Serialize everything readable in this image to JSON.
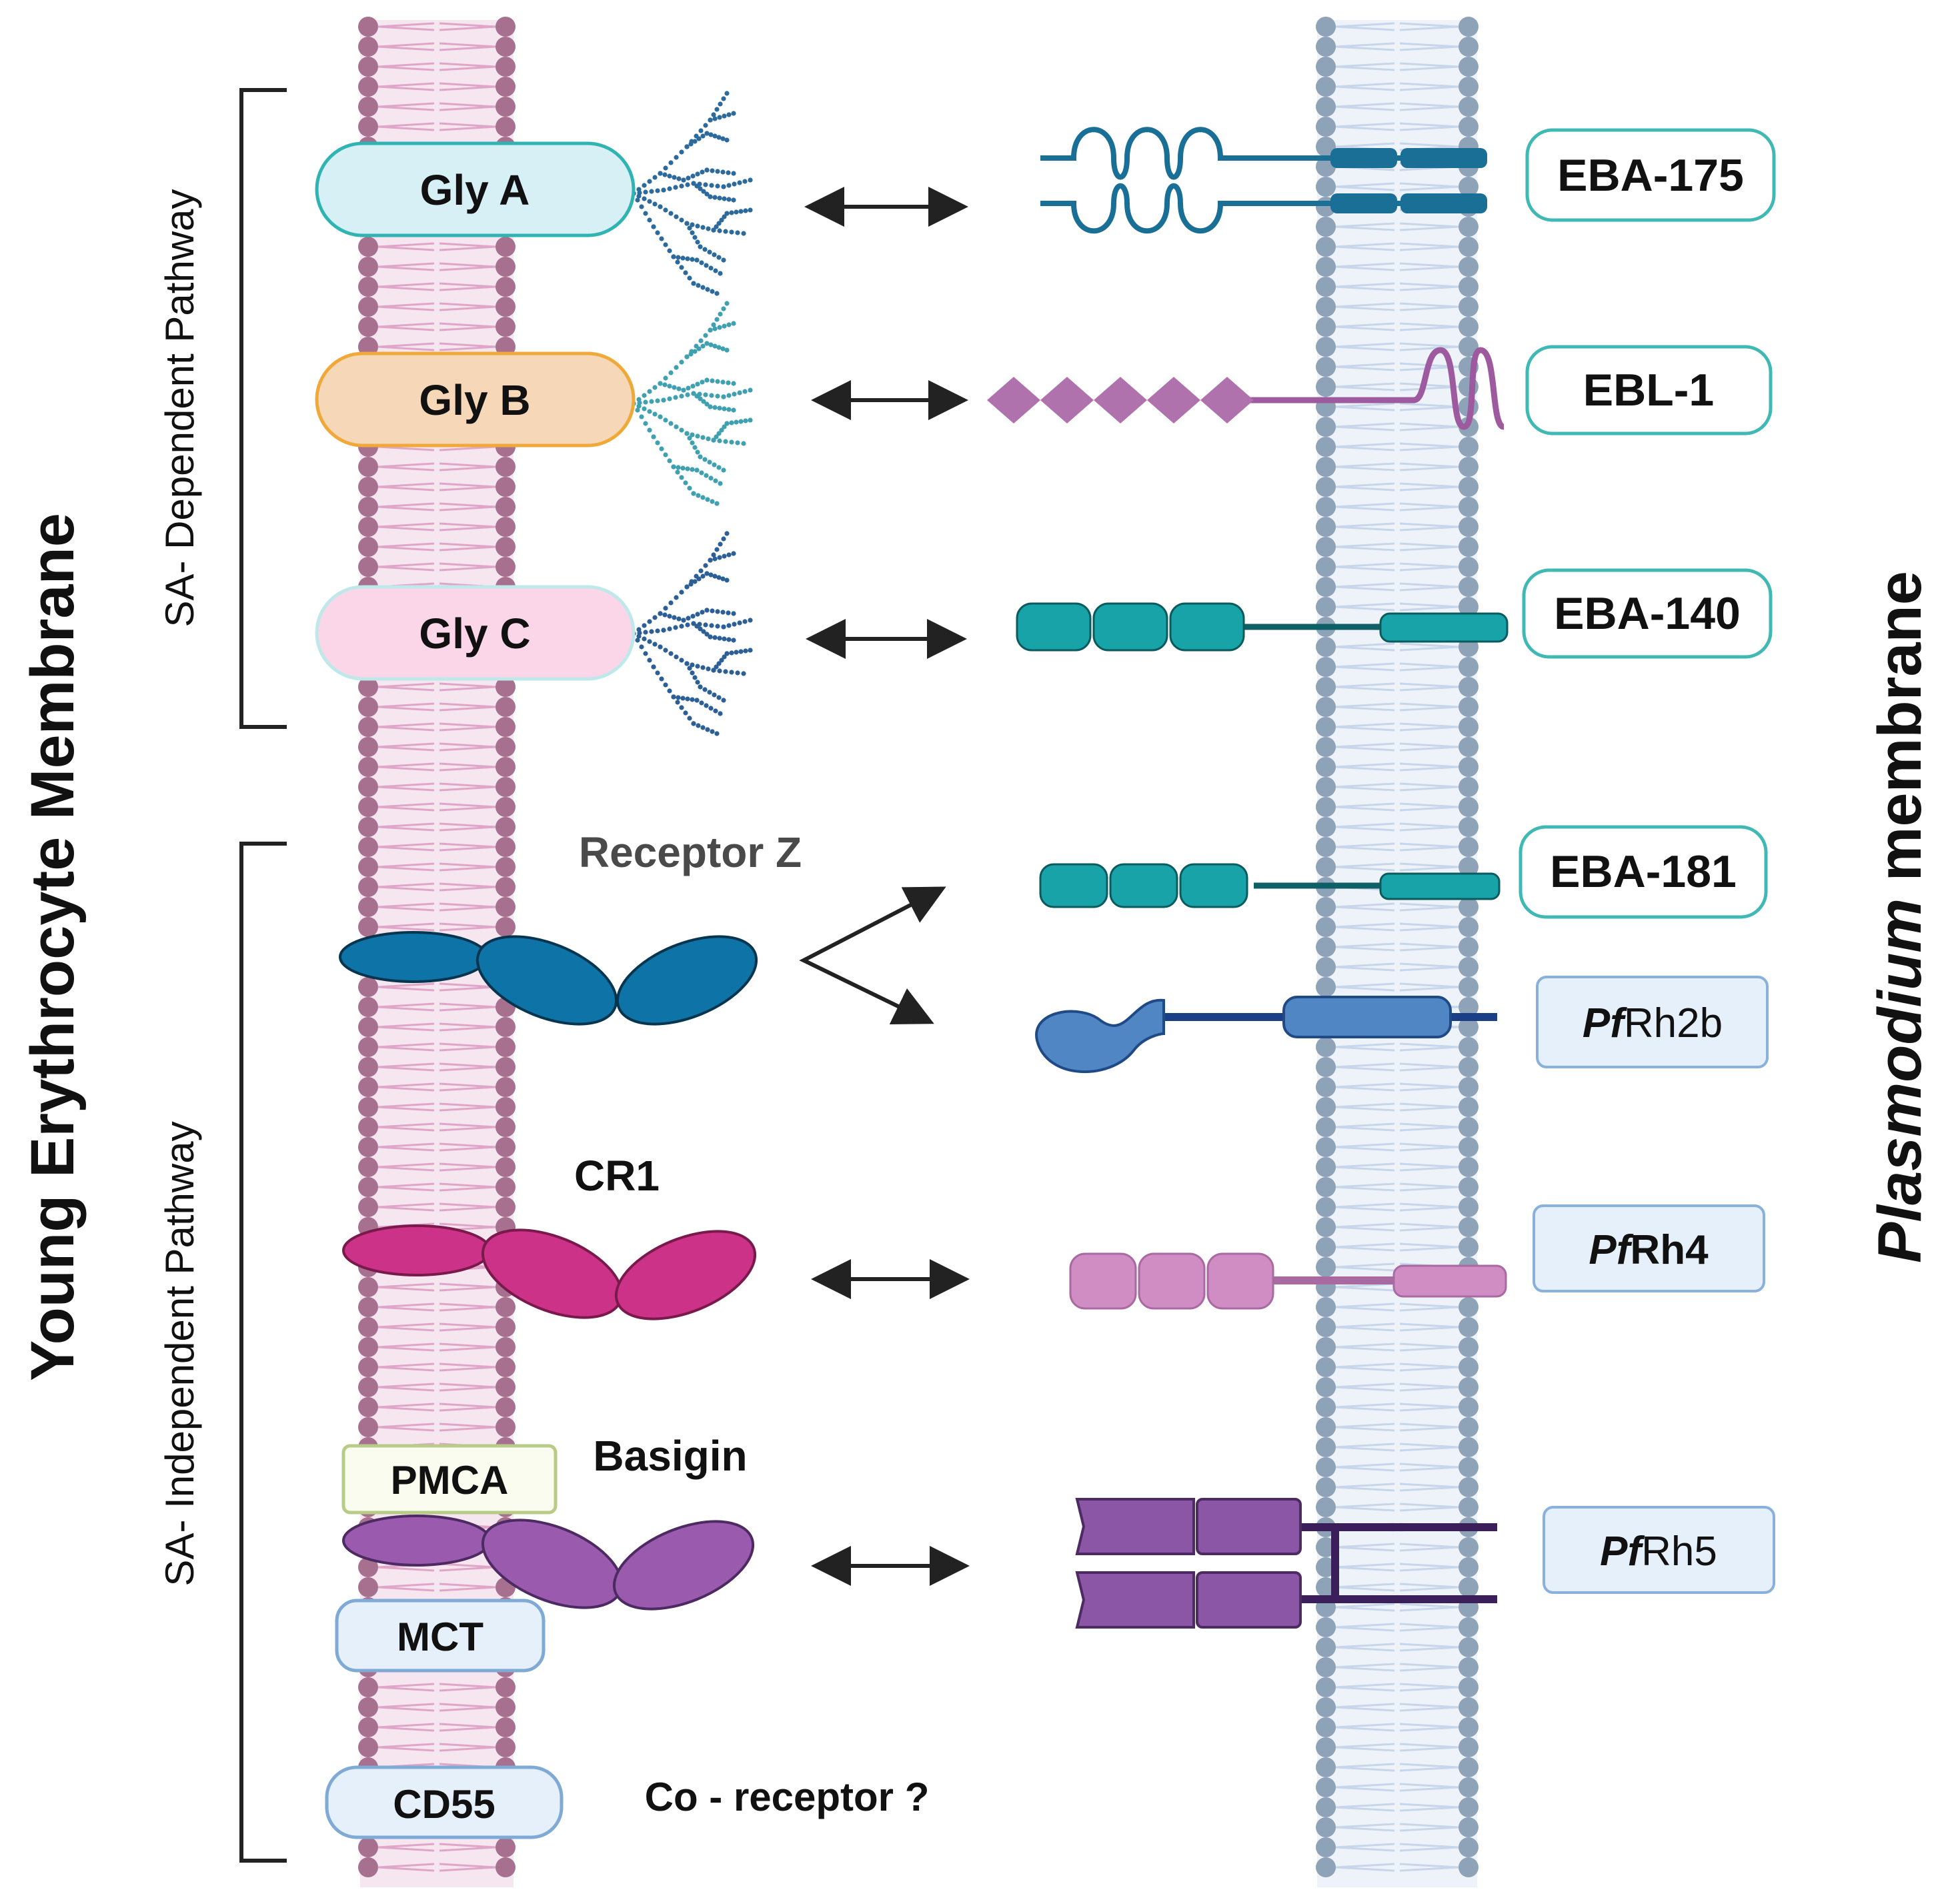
{
  "titles": {
    "left_axis": "Young Erythrocyte Membrane",
    "right_axis_italic": "Plasmodium",
    "right_axis_rest": " membrane",
    "sa_dependent": "SA- Dependent Pathway",
    "sa_independent": "SA- Independent Pathway"
  },
  "host_receptors": {
    "gly_a": "Gly A",
    "gly_b": "Gly B",
    "gly_c": "Gly C",
    "receptor_z": "Receptor Z",
    "cr1": "CR1",
    "pmca": "PMCA",
    "basigin": "Basigin",
    "mct": "MCT",
    "cd55": "CD55",
    "co_receptor": "Co - receptor ?"
  },
  "parasite_ligands": {
    "eba175": "EBA-175",
    "ebl1": "EBL-1",
    "eba140": "EBA-140",
    "eba181": "EBA-181",
    "rh2b_prefix": "Pf",
    "rh2b_suffix": "Rh2b",
    "rh4_prefix": "Pf",
    "rh4_suffix": "Rh4",
    "rh5_prefix": "Pf",
    "rh5_suffix": "Rh5"
  },
  "colors": {
    "host_membrane": "#a7708f",
    "parasite_membrane": "#8fa3b8",
    "gly_a_fill": "#d6f0f6",
    "gly_b_fill": "#f6d8b8",
    "gly_c_fill": "#fbd6e8",
    "receptor_z": "#0e73a6",
    "cr1": "#cc3388",
    "basigin": "#9a5bae",
    "eba175": "#1a6f96",
    "ebl1": "#9e5a9e",
    "eba140": "#17a3a8",
    "rh2b": "#4f86c3",
    "rh4": "#cf8dc4",
    "rh5": "#8b56a6"
  }
}
